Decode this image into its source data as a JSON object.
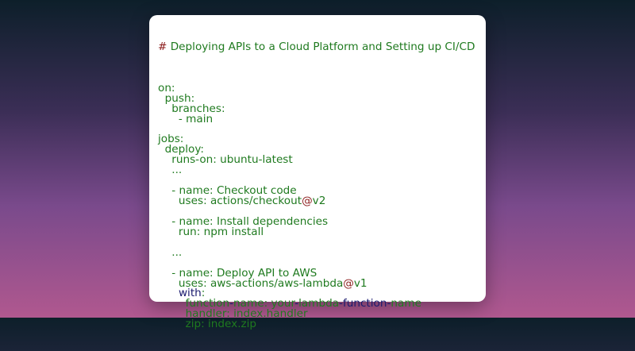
{
  "title": "# Deploying APIs to a Cloud Platform and Setting up CI/CD",
  "lines": [
    "",
    "on:",
    "  push:",
    "    branches:",
    "      - main",
    "",
    "jobs:",
    "  deploy:",
    "    runs-on: ubuntu-latest",
    "    ...",
    "",
    "    - name: Checkout code",
    "      uses: actions/checkout@v2",
    "",
    "    - name: Install dependencies",
    "      run: npm install",
    "",
    "    ...",
    "",
    "    - name: Deploy API to AWS",
    "      uses: aws-actions/aws-lambda@v1",
    "      with:",
    "        function-name: your-lambda-function-name",
    "        handler: index.handler",
    "        zip: index.zip"
  ],
  "colors": {
    "text": "#1f7a1f",
    "hash": "#8b1a1a",
    "at": "#8b1a1a",
    "keyword": "#1a1a6e",
    "card": "#ffffff"
  }
}
